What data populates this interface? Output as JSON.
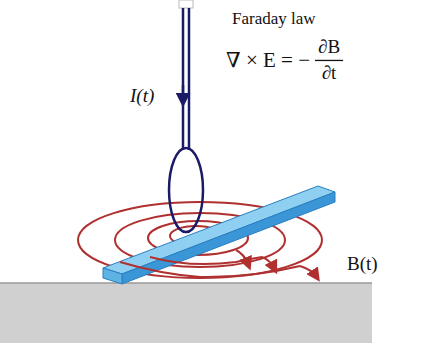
{
  "diagram": {
    "labels": [
      "Faraday law",
      "∇ × E = −",
      "∂B",
      "∂t",
      "I(t)",
      "B(t)"
    ]
  }
}
